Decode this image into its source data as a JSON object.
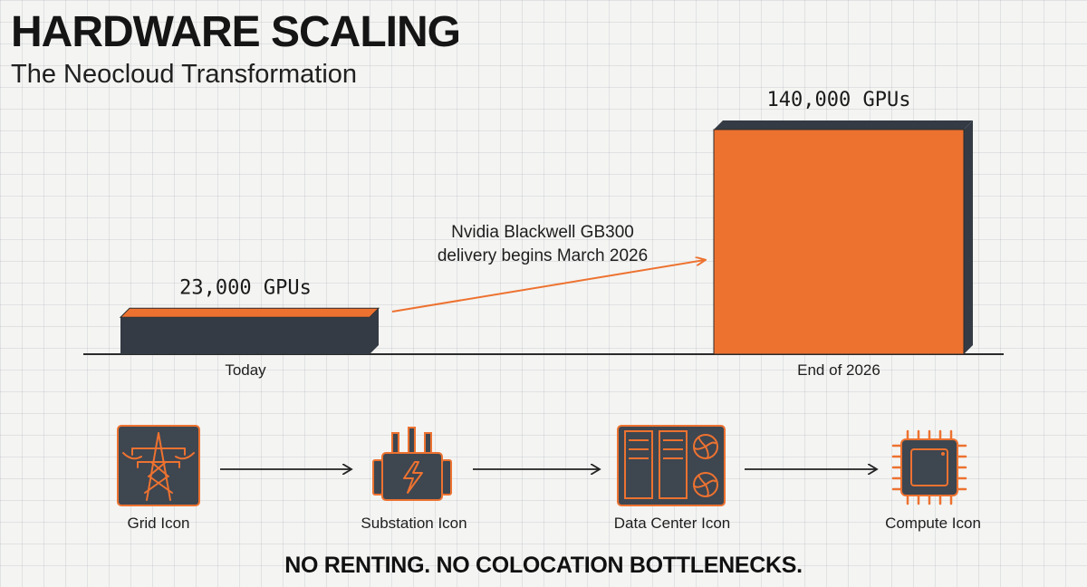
{
  "header": {
    "title": "HARDWARE SCALING",
    "subtitle": "The Neocloud Transformation"
  },
  "colors": {
    "orange": "#ed7230",
    "dark": "#343b44",
    "icon_bg": "#3e4650"
  },
  "chart_data": {
    "type": "bar",
    "categories": [
      "Today",
      "End of 2026"
    ],
    "values": [
      23000,
      140000
    ],
    "value_labels": [
      "23,000 GPUs",
      "140,000 GPUs"
    ],
    "annotation": {
      "line1": "Nvidia Blackwell GB300",
      "line2": "delivery begins March 2026"
    }
  },
  "flow": {
    "steps": [
      {
        "label": "Grid Icon",
        "icon": "power-tower-icon"
      },
      {
        "label": "Substation Icon",
        "icon": "transformer-icon"
      },
      {
        "label": "Data Center Icon",
        "icon": "server-rack-icon"
      },
      {
        "label": "Compute Icon",
        "icon": "chip-icon"
      }
    ]
  },
  "footer": {
    "text": "NO RENTING. NO COLOCATION BOTTLENECKS."
  }
}
